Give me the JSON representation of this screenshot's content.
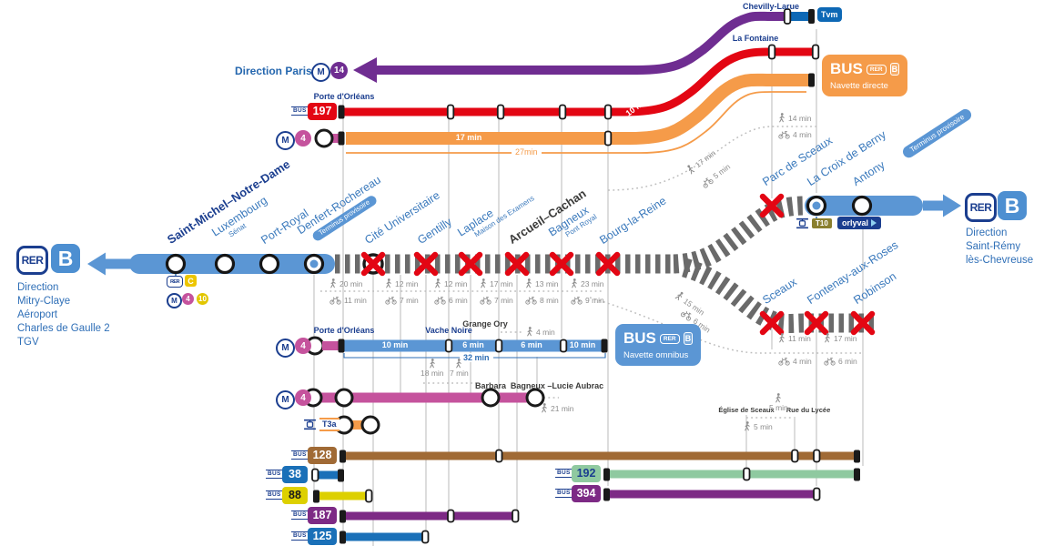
{
  "colors": {
    "rer_blue": "#5b96d4",
    "navy": "#1b3e8f",
    "red": "#e30613",
    "orange": "#f59b49",
    "purple_m14": "#6f2d91",
    "pink_m4": "#c5539d",
    "closed_gray": "#6a6a6a",
    "bus128": "#a06a35",
    "bus_blue": "#1a70b8",
    "bus88": "#ddd000",
    "bus_purple": "#7d2a85",
    "bus192": "#8fc9a0"
  },
  "left_terminus": {
    "rer": "RER",
    "line": "B",
    "direction": [
      "Direction",
      "Mitry-Claye",
      "Aéroport",
      "Charles de Gaulle 2",
      "TGV"
    ]
  },
  "right_terminus": {
    "rer": "RER",
    "line": "B",
    "direction": [
      "Direction",
      "Saint-Rémy",
      "lès-Chevreuse"
    ]
  },
  "paris": {
    "label": "Direction Paris",
    "metro": "M",
    "line": "14"
  },
  "top": {
    "chevilly": "Chevilly-Larue",
    "tvm": "Tvm",
    "la_fontaine": "La Fontaine",
    "porte": "Porte d'Orléans"
  },
  "badges": {
    "navette_directe": {
      "bus": "BUS",
      "rer": "RER",
      "line": "B",
      "label": "Navette directe"
    },
    "navette_omnibus": {
      "bus": "BUS",
      "rer": "RER",
      "line": "B",
      "label": "Navette omnibus"
    },
    "terminus_pill_top": "Terminus provisoire",
    "terminus_pill_denfert": "Terminus provisoire"
  },
  "stations": {
    "saint_michel": "Saint-Michel–Notre-Dame",
    "luxembourg": "Luxembourg",
    "luxembourg_sub": "Sénat",
    "port_royal": "Port-Royal",
    "denfert": "Denfert-Rochereau",
    "cite": "Cité Universitaire",
    "gentilly": "Gentilly",
    "laplace": "Laplace",
    "laplace_sub": "Maison des Examens",
    "arcueil": "Arcueil–Cachan",
    "bagneux": "Bagneux",
    "bagneux_sub": "Pont Royal",
    "bourg": "Bourg-la-Reine",
    "parc_sceaux": "Parc de Sceaux",
    "croix_berny": "La Croix de Berny",
    "antony": "Antony",
    "sceaux": "Sceaux",
    "fontenay": "Fontenay-aux-Roses",
    "robinson": "Robinson"
  },
  "connections": {
    "rer_c": {
      "rer": "RER",
      "c": "C"
    },
    "metro_sm": {
      "m": "M",
      "l4": "4",
      "l10": "10"
    },
    "m4": {
      "m": "M",
      "n": "4"
    },
    "t10": "T10",
    "orlyval": "orlyval",
    "t3a": "T3a"
  },
  "navette": {
    "porte": "Porte d'Orléans",
    "vache": "Vache Noire",
    "grange": "Grange Ory",
    "segs": [
      "10 min",
      "6 min",
      "6 min",
      "10 min"
    ],
    "total": "32 min",
    "grange_walk": "4 min"
  },
  "metro4": {
    "barbara": "Barbara",
    "lucie": "Bagneux –Lucie Aubrac",
    "walk_after": "21 min",
    "w18": "18 min",
    "w7": "7 min"
  },
  "orange_times": {
    "t17": "17 min",
    "t10": "10 min",
    "t27": "27min"
  },
  "buses": {
    "logo": "BUS",
    "b197": "197",
    "b128": "128",
    "b38": "38",
    "b88": "88",
    "b187": "187",
    "b125": "125",
    "b192": "192",
    "b394": "394"
  },
  "walks": {
    "mid": [
      {
        "walk": "20 min",
        "bike": "11 min"
      },
      {
        "walk": "12 min",
        "bike": "7 min"
      },
      {
        "walk": "12 min",
        "bike": "6 min"
      },
      {
        "walk": "17 min",
        "bike": "7 min"
      },
      {
        "walk": "13 min",
        "bike": "8 min"
      },
      {
        "walk": "23 min",
        "bike": "9 min"
      }
    ],
    "branch": [
      {
        "walk": "11 min",
        "bike": "4 min"
      },
      {
        "walk": "17 min",
        "bike": "6 min"
      }
    ],
    "top_right": {
      "walk": "14 min",
      "bike": "4 min"
    },
    "diag_upper": {
      "walk": "17 min",
      "bike": "5 min"
    },
    "diag_lower": {
      "walk": "15 min",
      "bike": "6 min"
    }
  },
  "sceaux_area": {
    "eglise": "Église de Sceaux",
    "rue": "Rue du Lycée",
    "w1": "5 min",
    "w2": "5 min"
  }
}
